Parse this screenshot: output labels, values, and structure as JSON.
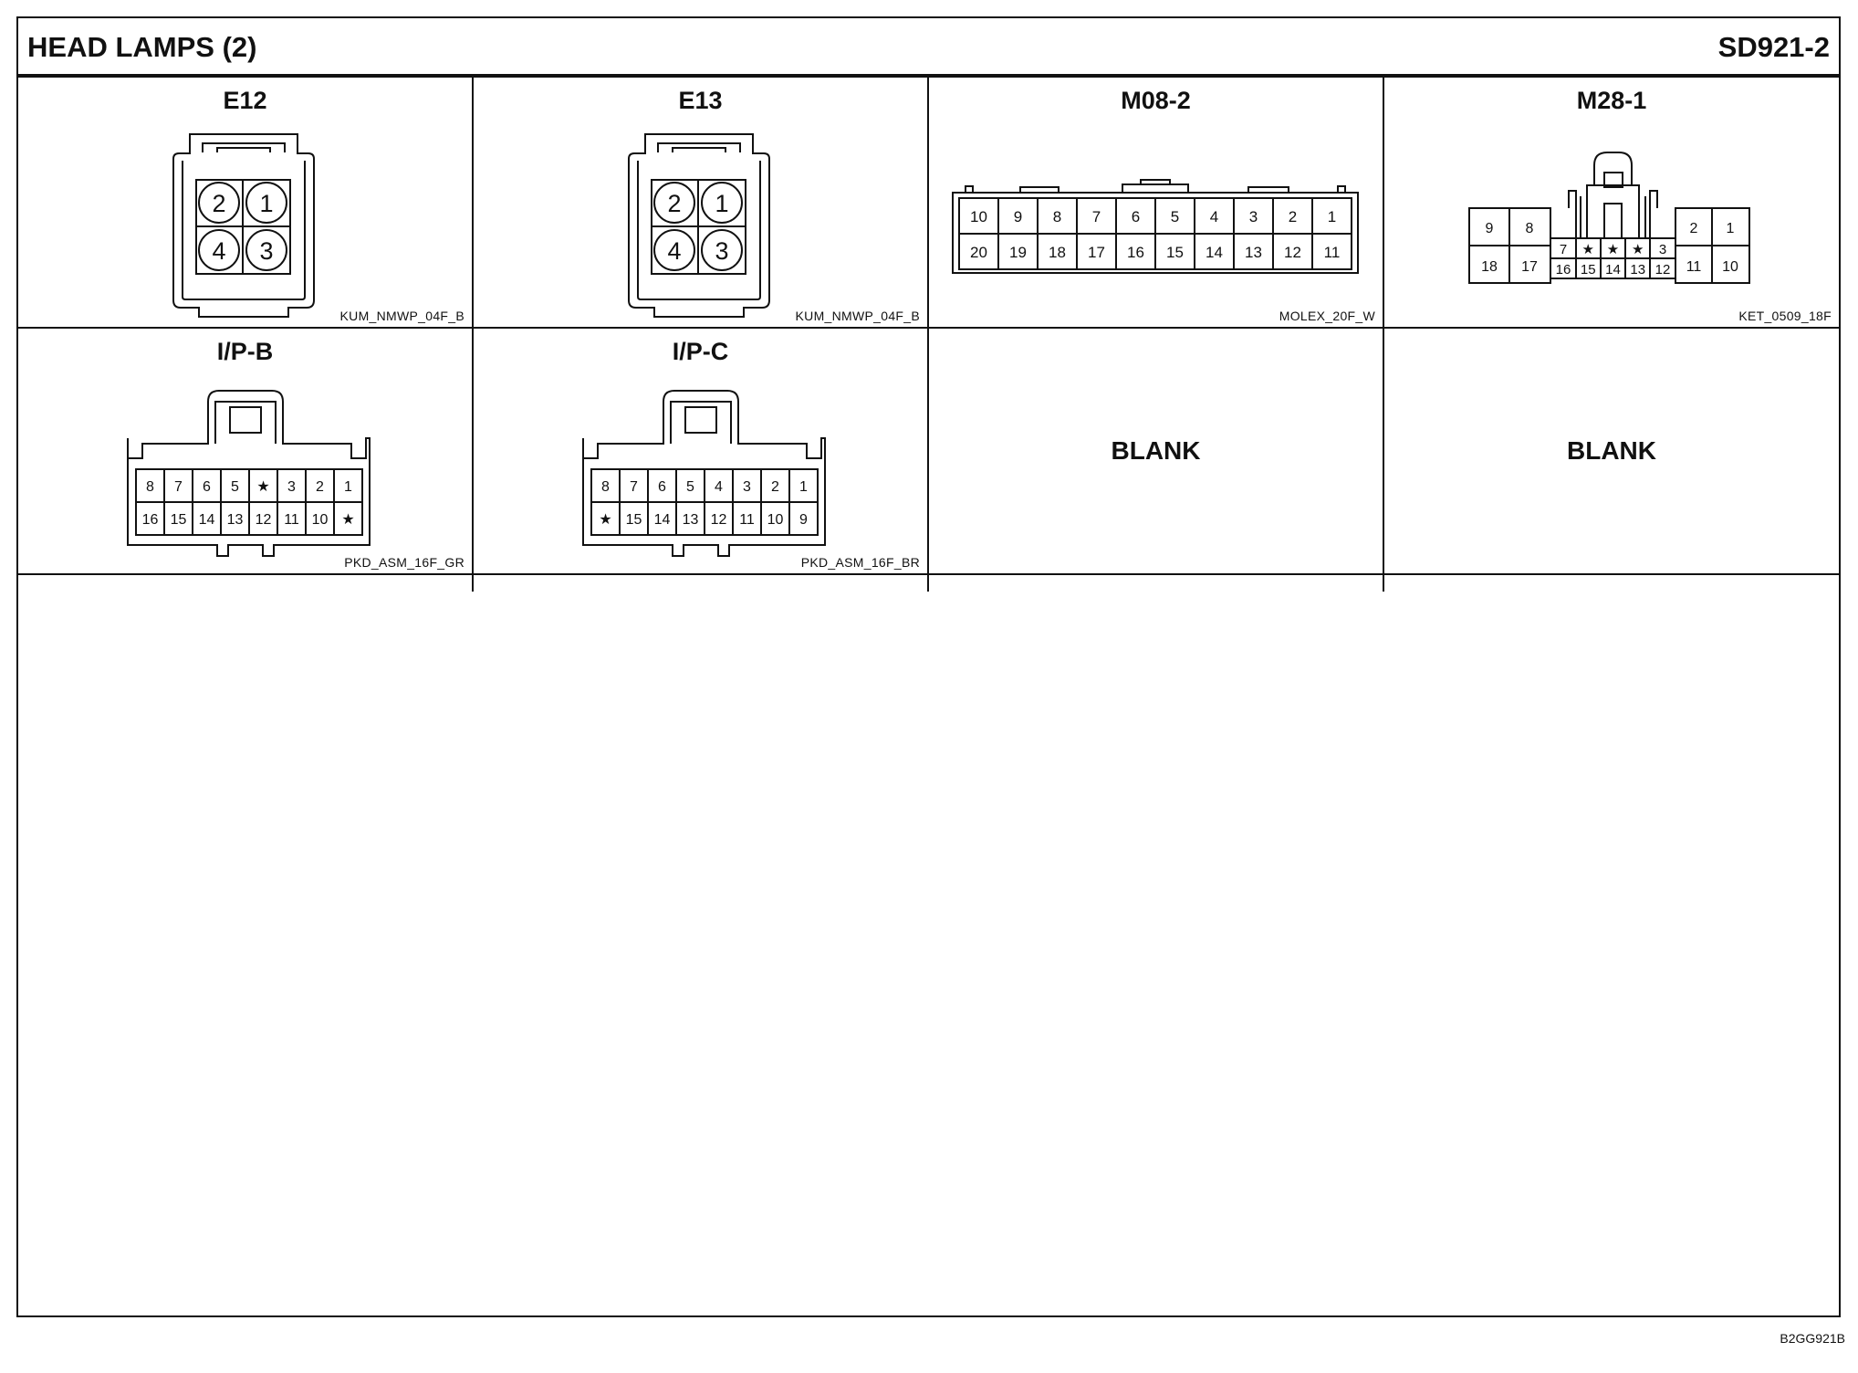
{
  "page": {
    "title": "HEAD LAMPS (2)",
    "code": "SD921-2",
    "footer": "B2GG921B"
  },
  "connectors": {
    "e12": {
      "name": "E12",
      "part": "KUM_NMWP_04F_B",
      "pins": [
        "2",
        "1",
        "4",
        "3"
      ]
    },
    "e13": {
      "name": "E13",
      "part": "KUM_NMWP_04F_B",
      "pins": [
        "2",
        "1",
        "4",
        "3"
      ]
    },
    "m082": {
      "name": "M08-2",
      "part": "MOLEX_20F_W",
      "top": [
        "10",
        "9",
        "8",
        "7",
        "6",
        "5",
        "4",
        "3",
        "2",
        "1"
      ],
      "bottom": [
        "20",
        "19",
        "18",
        "17",
        "16",
        "15",
        "14",
        "13",
        "12",
        "11"
      ]
    },
    "m281": {
      "name": "M28-1",
      "part": "KET_0509_18F",
      "left_top": [
        "9",
        "8"
      ],
      "left_bottom": [
        "18",
        "17"
      ],
      "center_top": [
        "7",
        "★",
        "★",
        "★",
        "3"
      ],
      "center_bottom": [
        "16",
        "15",
        "14",
        "13",
        "12"
      ],
      "right_top": [
        "2",
        "1"
      ],
      "right_bottom": [
        "11",
        "10"
      ]
    },
    "ipb": {
      "name": "I/P-B",
      "part": "PKD_ASM_16F_GR",
      "top": [
        "8",
        "7",
        "6",
        "5",
        "★",
        "3",
        "2",
        "1"
      ],
      "bottom": [
        "16",
        "15",
        "14",
        "13",
        "12",
        "11",
        "10",
        "★"
      ]
    },
    "ipc": {
      "name": "I/P-C",
      "part": "PKD_ASM_16F_BR",
      "top": [
        "8",
        "7",
        "6",
        "5",
        "4",
        "3",
        "2",
        "1"
      ],
      "bottom": [
        "★",
        "15",
        "14",
        "13",
        "12",
        "11",
        "10",
        "9"
      ]
    }
  },
  "blank_cells": [
    "BLANK",
    "BLANK"
  ]
}
